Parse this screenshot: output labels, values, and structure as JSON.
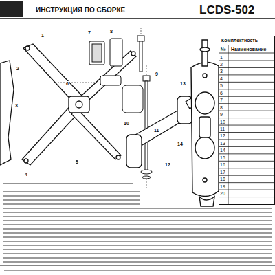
{
  "diagram": {
    "title": "ИНСТРУКЦИЯ ПО СБОРКЕ",
    "nodes": [
      {
        "text": [
          "Комплектность"
        ]
      }
    ],
    "labels": [
      "LCDS-502",
      "№",
      "Наименование",
      "1",
      "2",
      "3",
      "4",
      "5",
      "6",
      "7",
      "8",
      "9",
      "10",
      "11",
      "12",
      "13",
      "14",
      "15",
      "16",
      "17",
      "18",
      "19",
      "20",
      "1",
      "2",
      "3",
      "4",
      "5",
      "6",
      "7",
      "8",
      "9",
      "10",
      "11",
      "12",
      "13",
      "14"
    ]
  }
}
